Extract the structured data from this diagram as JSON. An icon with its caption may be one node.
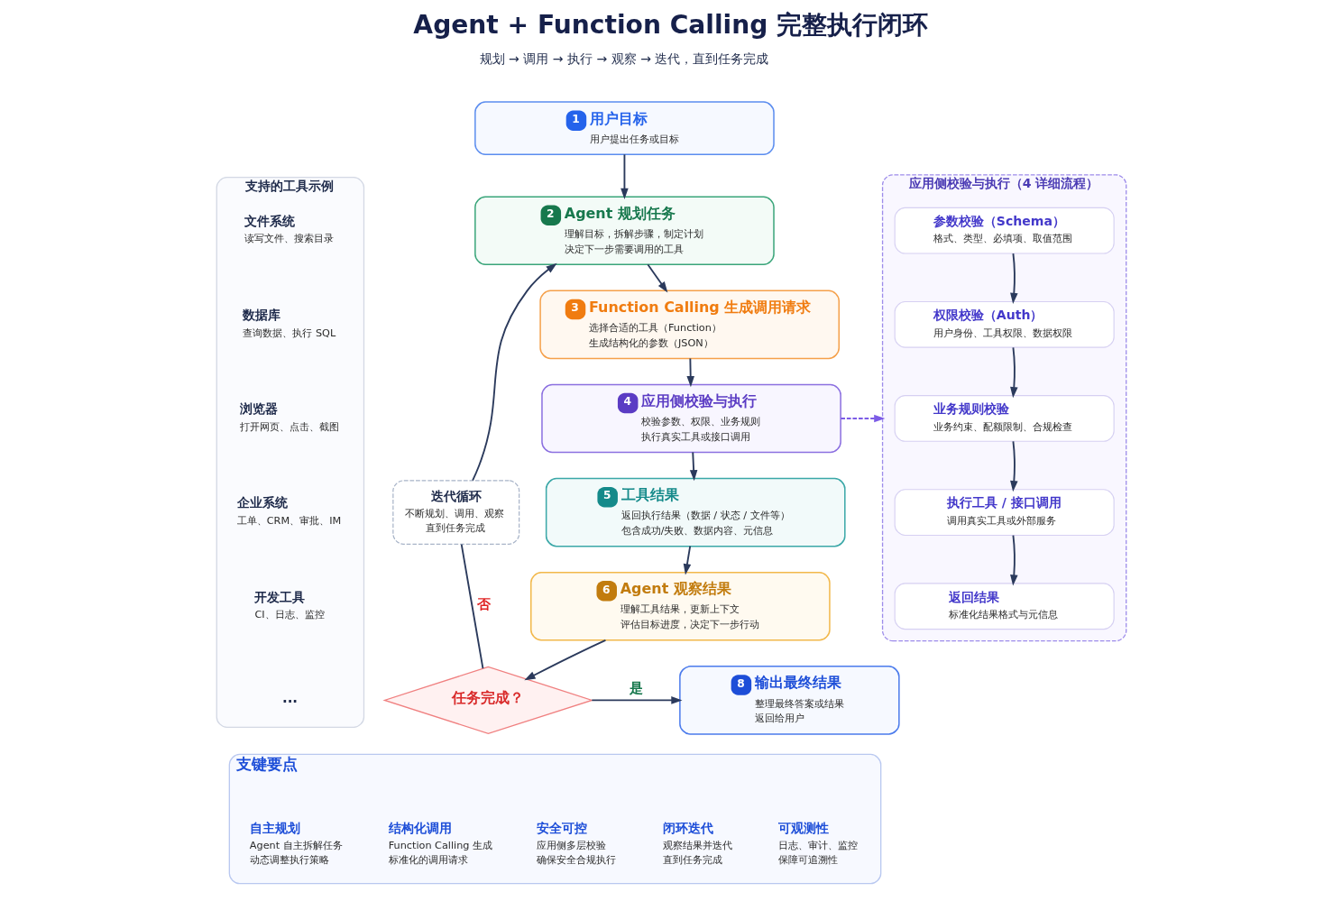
{
  "diagram": {
    "title": "Agent + Function Calling 完整执行闭环",
    "nodes": [
      {
        "text": [
          "1",
          "用户目标",
          "用户提出任务或目标"
        ]
      },
      {
        "text": [
          "2",
          "Agent 规划任务",
          "理解目标，拆解步骤，制定计划",
          "决定下一步需要调用的工具"
        ]
      },
      {
        "text": [
          "3",
          "Function Calling 生成调用请求",
          "选择合适的工具（Function）",
          "生成结构化的参数（JSON）"
        ]
      },
      {
        "text": [
          "4",
          "应用侧校验与执行",
          "校验参数、权限、业务规则",
          "执行真实工具或接口调用"
        ]
      },
      {
        "text": [
          "5",
          "工具结果",
          "返回执行结果（数据 / 状态 / 文件等）",
          "包含成功/失败、数据内容、元信息"
        ]
      },
      {
        "text": [
          "6",
          "Agent 观察结果",
          "理解工具结果，更新上下文",
          "评估目标进度，决定下一步行动"
        ]
      },
      {
        "text": [
          "任务完成？"
        ]
      },
      {
        "text": [
          "8",
          "输出最终结果",
          "整理最终答案或结果",
          "返回给用户"
        ]
      },
      {
        "text": [
          "迭代循环",
          "不断规划、调用、观察",
          "直到任务完成"
        ]
      },
      {
        "text": [
          "应用侧校验与执行（4 详细流程）"
        ]
      },
      {
        "text": [
          "参数校验（Schema）",
          "格式、类型、必填项、取值范围"
        ],
        "in": 9
      },
      {
        "text": [
          "权限校验（Auth）",
          "用户身份、工具权限、数据权限"
        ],
        "in": 9
      },
      {
        "text": [
          "业务规则校验",
          "业务约束、配额限制、合规检查"
        ],
        "in": 9
      },
      {
        "text": [
          "执行工具 / 接口调用",
          "调用真实工具或外部服务"
        ],
        "in": 9
      },
      {
        "text": [
          "返回结果",
          "标准化结果格式与元信息"
        ],
        "in": 9
      },
      {
        "text": [
          "支持的工具示例"
        ]
      },
      {
        "text": [
          "文件系统",
          "读写文件、搜索目录"
        ],
        "in": 15
      },
      {
        "text": [
          "数据库",
          "查询数据、执行 SQL"
        ],
        "in": 15
      },
      {
        "text": [
          "浏览器",
          "打开网页、点击、截图"
        ],
        "in": 15
      },
      {
        "text": [
          "企业系统",
          "工单、CRM、审批、IM"
        ],
        "in": 15
      },
      {
        "text": [
          "开发工具",
          "CI、日志、监控"
        ],
        "in": 15
      },
      {
        "text": [
          "支键要点"
        ]
      },
      {
        "text": [
          "自主规划",
          "Agent 自主拆解任务",
          "动态调整执行策略"
        ],
        "in": 21
      },
      {
        "text": [
          "结构化调用",
          "Function Calling 生成",
          "标准化的调用请求"
        ],
        "in": 21
      },
      {
        "text": [
          "安全可控",
          "应用侧多层校验",
          "确保安全合规执行"
        ],
        "in": 21
      },
      {
        "text": [
          "闭环迭代",
          "观察结果并迭代",
          "直到任务完成"
        ],
        "in": 21
      },
      {
        "text": [
          "可观测性",
          "日志、审计、监控",
          "保障可追溯性"
        ],
        "in": 21
      }
    ],
    "edges": [
      {
        "from": 0,
        "to": 1,
        "arrow": "to"
      },
      {
        "from": 1,
        "to": 2,
        "arrow": "to"
      },
      {
        "from": 2,
        "to": 3,
        "arrow": "to"
      },
      {
        "from": 3,
        "to": 4,
        "arrow": "to"
      },
      {
        "from": 4,
        "to": 5,
        "arrow": "to"
      },
      {
        "from": 5,
        "to": 6,
        "arrow": "to"
      },
      {
        "from": 6,
        "to": 7,
        "arrow": "to",
        "label": "是"
      },
      {
        "from": 6,
        "to": 8,
        "arrow": "none",
        "label": "否"
      },
      {
        "from": 8,
        "to": 1,
        "arrow": "to"
      },
      {
        "from": 3,
        "to": 9,
        "arrow": "to",
        "style": "dashed",
        "color": "#7c5ce6"
      },
      {
        "from": 10,
        "to": 11,
        "arrow": "to"
      },
      {
        "from": 11,
        "to": 12,
        "arrow": "to"
      },
      {
        "from": 12,
        "to": 13,
        "arrow": "to"
      },
      {
        "from": 13,
        "to": 14,
        "arrow": "to"
      }
    ],
    "labels": [
      "规划 → 调用 → 执行 → 观察 → 迭代，直到任务完成",
      "..."
    ]
  }
}
